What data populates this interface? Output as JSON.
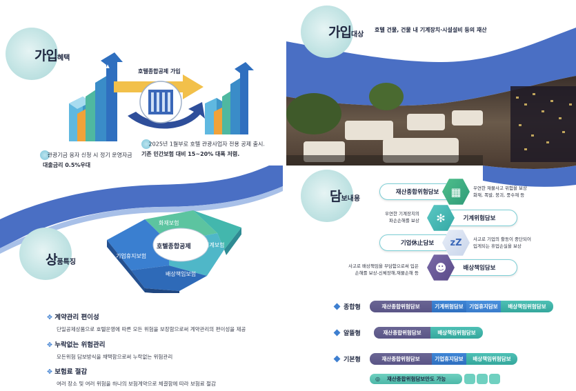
{
  "sections": {
    "join_benefit": {
      "big": "가입",
      "small": "혜택"
    },
    "product_feature": {
      "big": "상",
      "small": "품특징"
    },
    "join_target": {
      "big": "가입",
      "small": "대상"
    },
    "coverage": {
      "big": "담",
      "small": "보내용"
    }
  },
  "benefit": {
    "arrow_caption": "호텔종합공제 가입",
    "item1_line1": "관광기금 융자 신청 시 정기 운영자금",
    "item1_line2": "대출금리 0.5%우대",
    "item2_line1": "2025년 1월부로 호텔 관광사업자 전용 공제 출시.",
    "item2_line2": "기존 민간보험 대비 15~20% 대폭 저렴."
  },
  "puzzle": {
    "center": "호텔종합공제",
    "top": "화재보험",
    "right": "기계보험",
    "left": "기업휴지보험",
    "bottom": "배상책임보험"
  },
  "features": [
    {
      "title": "계약관리 편이성",
      "body": "단일공제상품으로 호텔운영에 따른 모든 위험을 보장함으로써 계약관리의 편이성을 제공"
    },
    {
      "title": "누락없는 위험관리",
      "body": "모든위험 담보방식을 채택함으로써 누락없는 위험관리"
    },
    {
      "title": "보험료 절감",
      "body": "여러 장소 및 여러 위험을 하나의 보험계약으로 체결함에 따라 보험료 절감"
    }
  ],
  "target_text": "호텔 건물, 건물 내 기계장치·시설설비 등의 재산",
  "coverage_items": [
    {
      "label": "재산종합위험담보",
      "desc1": "우연한 재물사고 위험을 보상",
      "desc2": "화재, 폭발, 붕괴, 풍수재 등",
      "icon": "building-fire-icon"
    },
    {
      "label": "기계위험담보",
      "desc1": "우연한 기계장치의",
      "desc2": "파손손해를 보상",
      "icon": "gears-icon"
    },
    {
      "label": "기업休止담보",
      "desc1": "사고로 기업의 활동이 중단되어",
      "desc2": "입게되는 휴업손실을 보상",
      "icon": "sleep-icon"
    },
    {
      "label": "배상책임담보",
      "desc1": "사고로 배상책임을 부담함으로써 입은",
      "desc2": "손해를 보상-신체장해,재물손해 등",
      "icon": "people-icon"
    }
  ],
  "plans": [
    {
      "name": "종합형",
      "segments": [
        "재산종합위험담보",
        "기계위험담보",
        "기업휴지담보",
        "배상책임위험담보"
      ]
    },
    {
      "name": "알뜰형",
      "segments": [
        "재산종합위험담보",
        "배상책임위험담보"
      ]
    },
    {
      "name": "기본형",
      "segments": [
        "재산종합위험담보",
        "기업휴지담보",
        "배상책임위험담보"
      ]
    }
  ],
  "note": "재산종합위험담보만도 가능",
  "colors": {
    "wave": "#4a6fc4",
    "accent_teal": "#7ccfd6",
    "plan_purple": "#5f5a8c",
    "plan_blue": "#3478c8",
    "plan_teal": "#40b3a8"
  }
}
